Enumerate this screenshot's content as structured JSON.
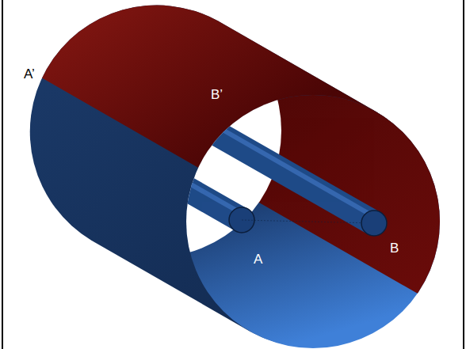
{
  "diagram": {
    "labels": [
      "A’",
      "B’",
      "A",
      "B"
    ]
  }
}
